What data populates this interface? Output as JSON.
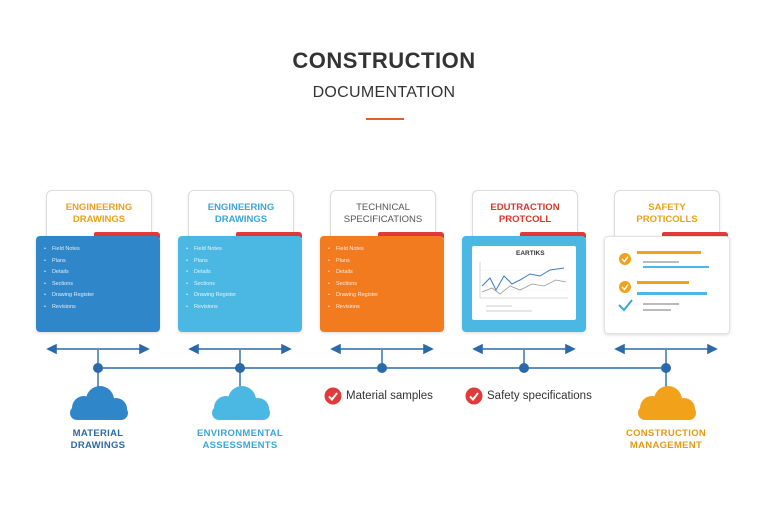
{
  "header": {
    "title": "CONSTRUCTION",
    "subtitle": "DOCUMENTATION"
  },
  "cards": [
    {
      "title_line1": "ENGINEERING",
      "title_line2": "DRAWINGS",
      "title_color": "#e8a21a",
      "body_color": "#2f87c9",
      "items": [
        "Field Notes",
        "Plans",
        "Details",
        "Sections",
        "Drawing Register",
        "Revisions"
      ]
    },
    {
      "title_line1": "ENGINEERING",
      "title_line2": "DRAWINGS",
      "title_color": "#3aa6d8",
      "body_color": "#4bb8e3",
      "items": [
        "Field Notes",
        "Plans",
        "Details",
        "Sections",
        "Drawing Register",
        "Revisions"
      ]
    },
    {
      "title_line1": "TECHNICAL",
      "title_line2": "SPECIFICATIONS",
      "title_color": "#555555",
      "body_color": "#f27a1f",
      "items": [
        "Field Notes",
        "Plans",
        "Details",
        "Sections",
        "Drawing Register",
        "Revisions"
      ]
    },
    {
      "title_line1": "EDUTRACTION",
      "title_line2": "PROTCOLL",
      "title_color": "#d9362b",
      "body_color": "#4bb8e3",
      "chart_title": "EARTIKS"
    },
    {
      "title_line1": "SAFETY",
      "title_line2": "PROTICOLLS",
      "title_color": "#e8a21a",
      "body_color": "#ffffff"
    }
  ],
  "nodes": [
    {
      "label_line1": "MATERIAL",
      "label_line2": "DRAWINGS",
      "color": "#2f87c9",
      "label_color": "#2a6aa8"
    },
    {
      "label_line1": "ENVIRONMENTAL",
      "label_line2": "ASSESSMENTS",
      "color": "#4bb8e3",
      "label_color": "#3aa6d8"
    },
    {
      "label_line1": "CONSTRUCTION",
      "label_line2": "MANAGEMENT",
      "color": "#f2a21a",
      "label_color": "#e39a14"
    }
  ],
  "checks": [
    {
      "label": "Material samples"
    },
    {
      "label": "Safety specifications"
    }
  ],
  "colors": {
    "timeline": "#2a6aa8",
    "check": "#e03a3a",
    "accent": "#e85a2a"
  }
}
